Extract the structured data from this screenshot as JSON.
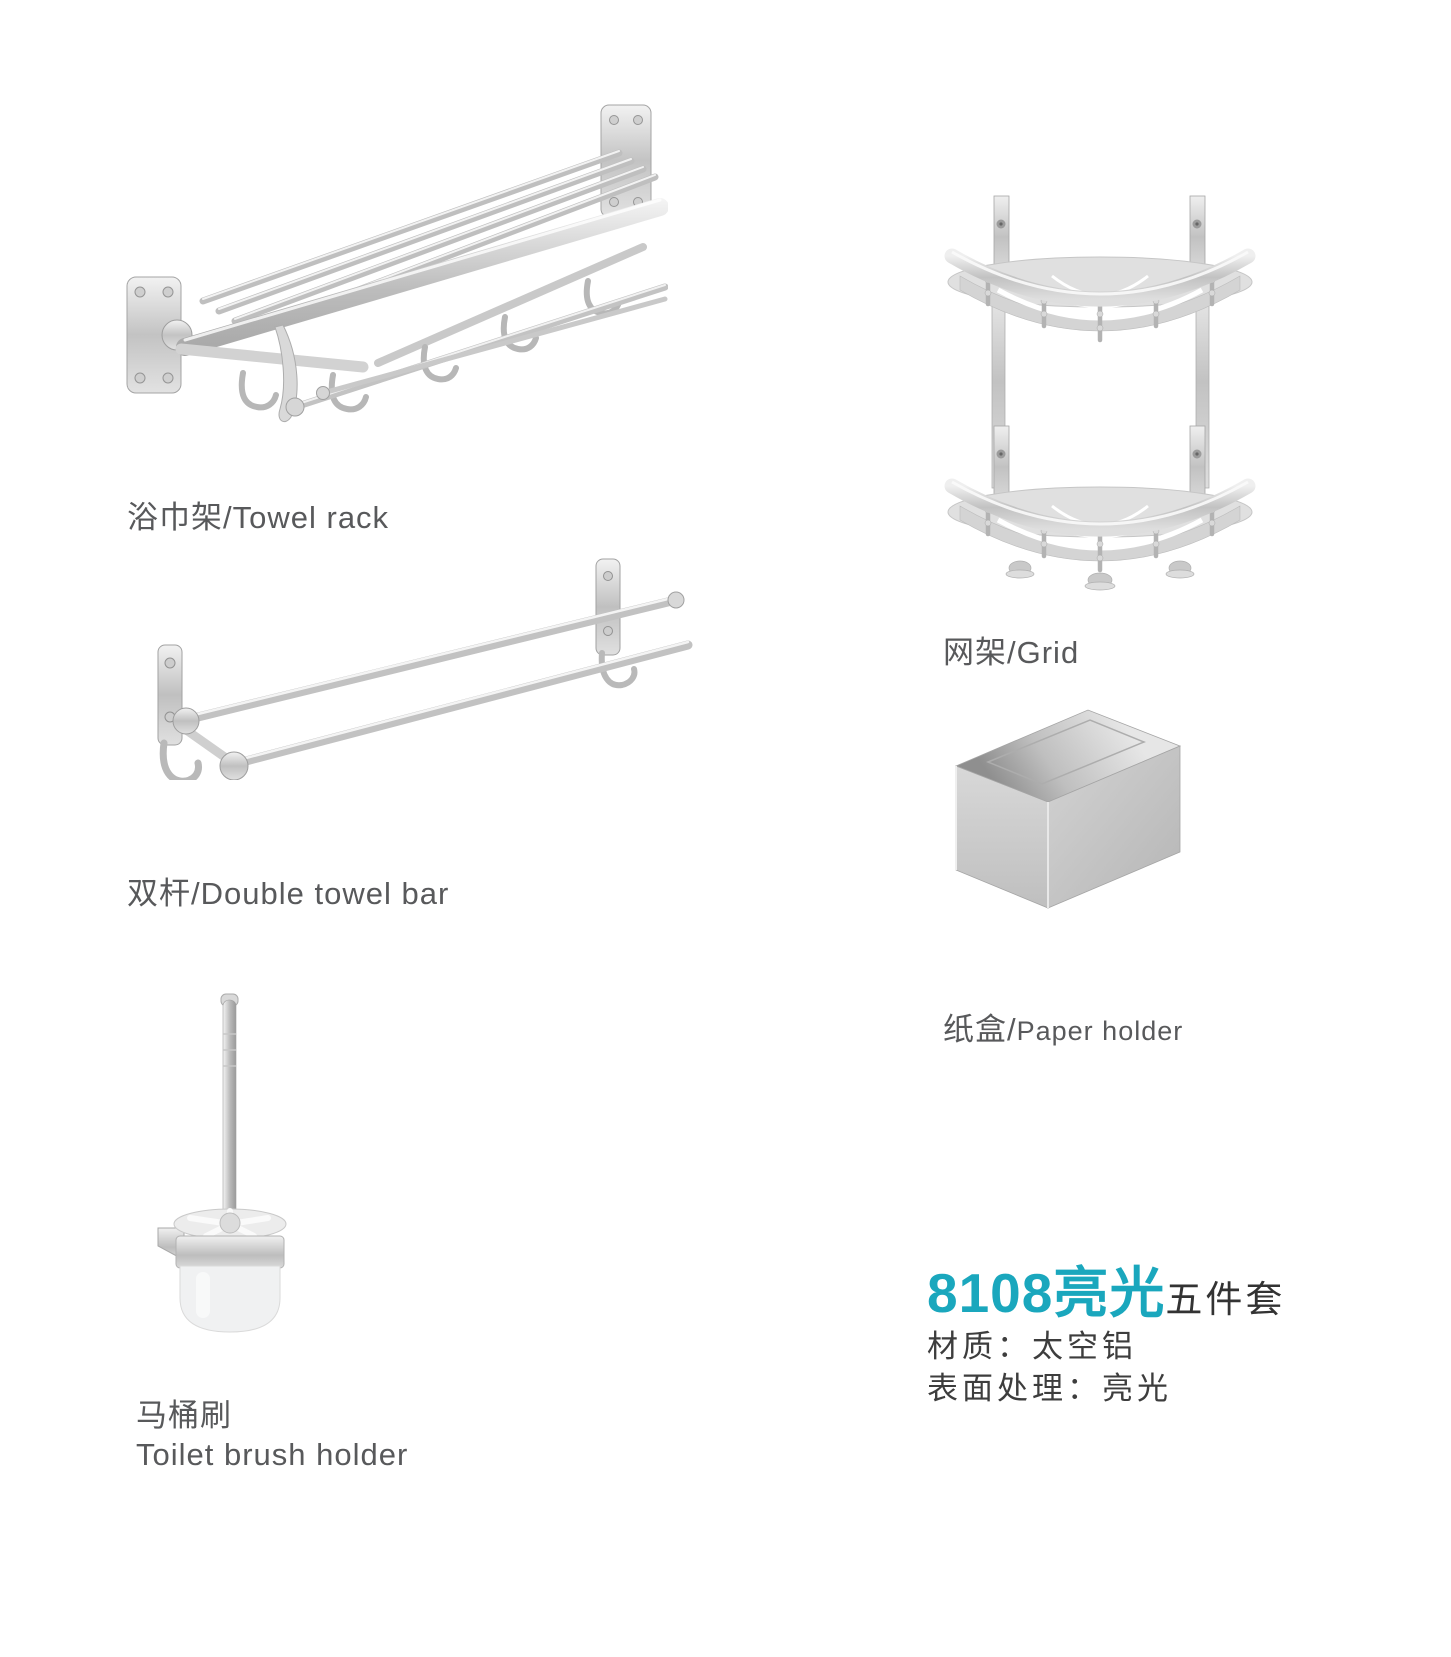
{
  "page": {
    "background": "#ffffff"
  },
  "products": [
    {
      "id": "towel-rack",
      "label_zh": "浴巾架",
      "sep": "/",
      "label_en": "Towel rack"
    },
    {
      "id": "double-towel-bar",
      "label_zh": "双杆",
      "sep": "/",
      "label_en": "Double towel bar"
    },
    {
      "id": "toilet-brush",
      "label_zh": "马桶刷",
      "label_en": "Toilet brush holder"
    },
    {
      "id": "grid",
      "label_zh": "网架",
      "sep": "/",
      "label_en": "Grid"
    },
    {
      "id": "paper-holder",
      "label_zh": "纸盒",
      "sep": "/",
      "label_en": "Paper holder"
    }
  ],
  "product_info": {
    "model_highlight": "8108亮光",
    "set_suffix": "五件套",
    "material_line": "材质：太空铝",
    "surface_line": "表面处理：亮光",
    "accent_color": "#1aa7bd"
  }
}
